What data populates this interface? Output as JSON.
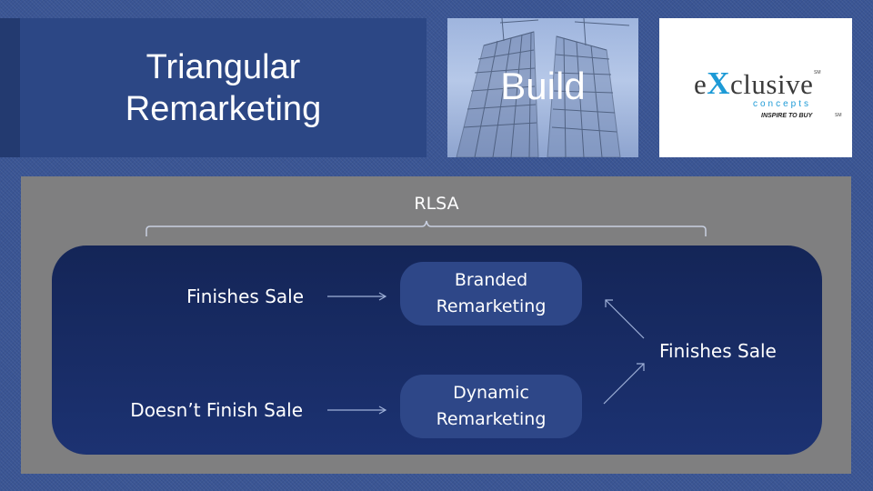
{
  "title": {
    "line1": "Triangular",
    "line2": "Remarketing"
  },
  "build_image": {
    "label": "Build"
  },
  "logo": {
    "word_prefix": "e",
    "word_x": "X",
    "word_suffix": "clusive",
    "sub": "concepts",
    "tagline": "INSPIRE TO BUY",
    "sm1": "SM",
    "sm2": "SM"
  },
  "diagram": {
    "header": "RLSA",
    "left_top": "Finishes Sale",
    "left_bottom": "Doesn’t Finish Sale",
    "pill_top": {
      "line1": "Branded",
      "line2": "Remarketing"
    },
    "pill_bottom": {
      "line1": "Dynamic",
      "line2": "Remarketing"
    },
    "right": "Finishes Sale"
  },
  "colors": {
    "background": "#3a5594",
    "title_panel": "#2c4785",
    "gray_panel": "#7f7f80",
    "navy_box": "#142557",
    "pill": "#2e4788",
    "logo_accent": "#1d9ad6"
  }
}
